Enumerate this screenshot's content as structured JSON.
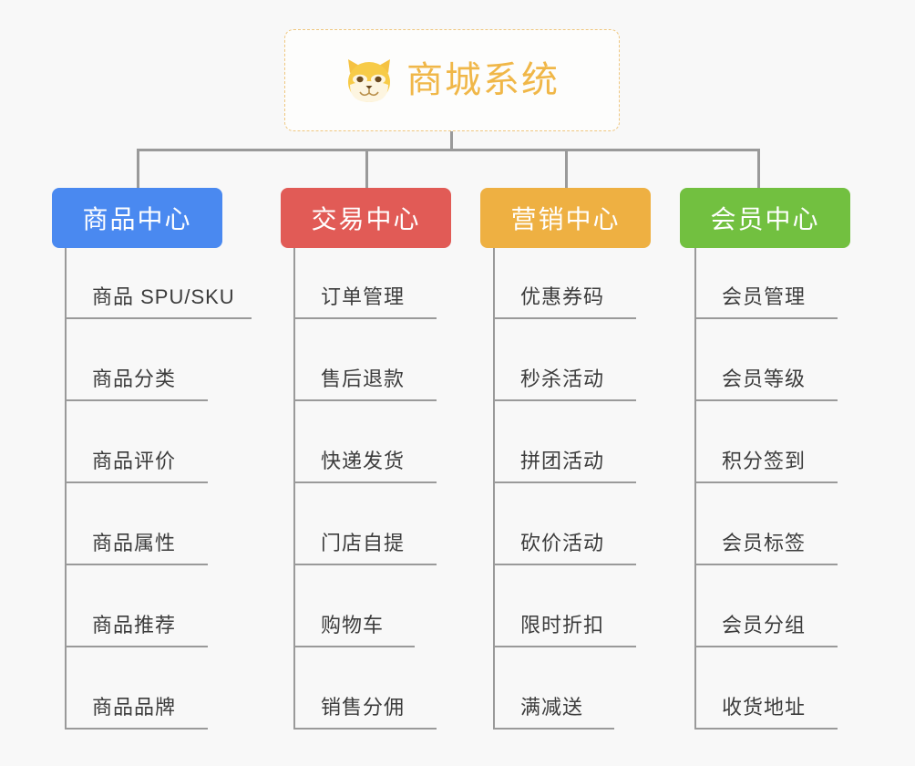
{
  "root": {
    "title": "商城系统",
    "icon": "shiba-inu-dog-face-emoji",
    "border_color": "#efc780",
    "text_color": "#f0b748"
  },
  "background_color": "#f8f8f8",
  "connector_color": "#9a9a9a",
  "columns": [
    {
      "id": "product-center",
      "label": "商品中心",
      "color": "#4a89f0",
      "items": [
        "商品 SPU/SKU",
        "商品分类",
        "商品评价",
        "商品属性",
        "商品推荐",
        "商品品牌"
      ]
    },
    {
      "id": "trade-center",
      "label": "交易中心",
      "color": "#e15b56",
      "items": [
        "订单管理",
        "售后退款",
        "快递发货",
        "门店自提",
        "购物车",
        "销售分佣"
      ]
    },
    {
      "id": "marketing-center",
      "label": "营销中心",
      "color": "#eeb042",
      "items": [
        "优惠券码",
        "秒杀活动",
        "拼团活动",
        "砍价活动",
        "限时折扣",
        "满减送"
      ]
    },
    {
      "id": "member-center",
      "label": "会员中心",
      "color": "#72c040",
      "items": [
        "会员管理",
        "会员等级",
        "积分签到",
        "会员标签",
        "会员分组",
        "收货地址"
      ]
    }
  ]
}
